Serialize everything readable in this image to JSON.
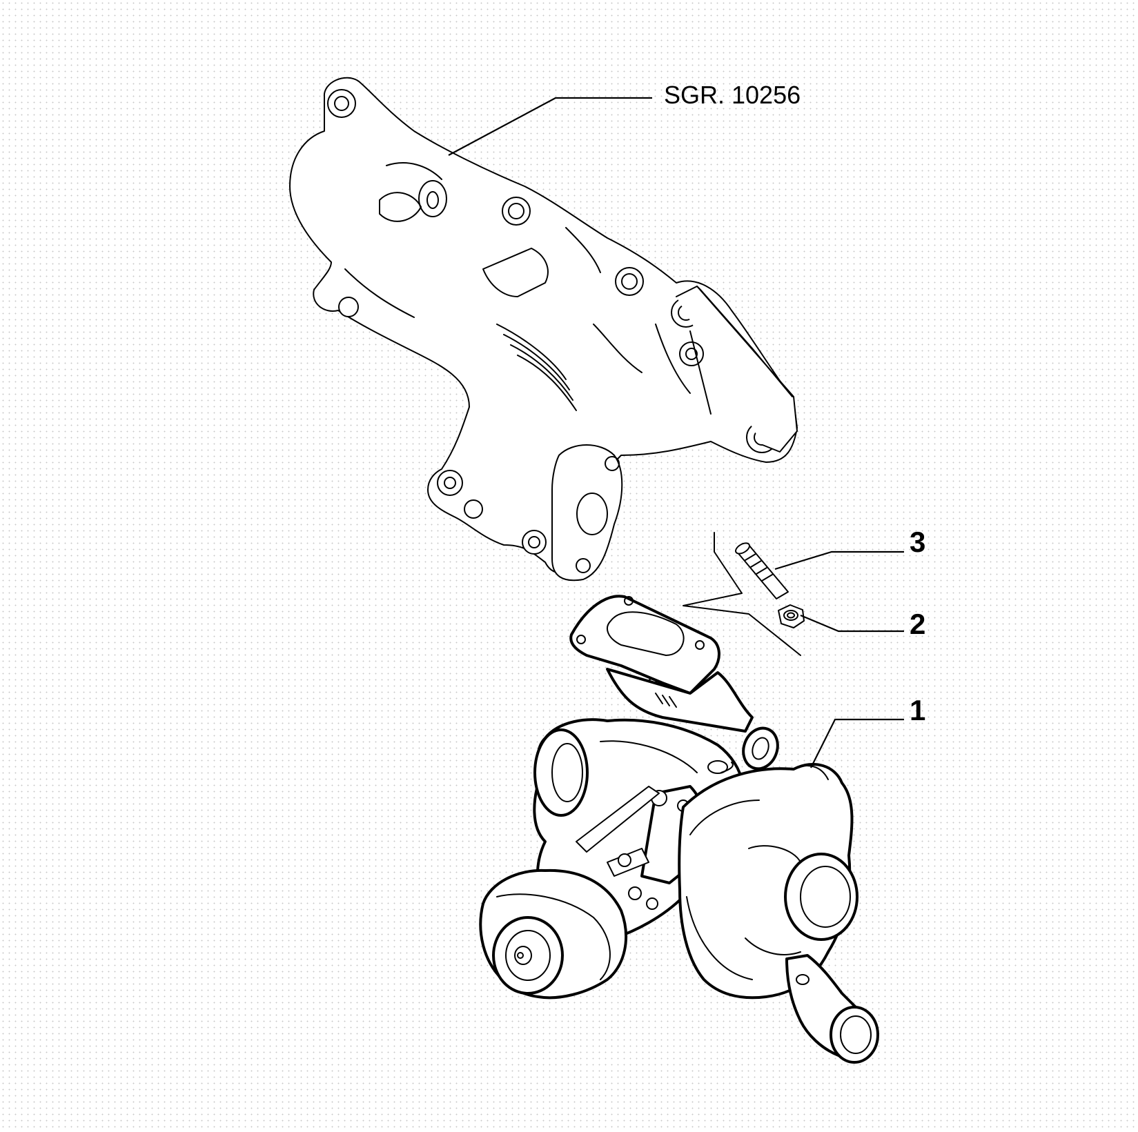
{
  "diagram": {
    "reference_label": "SGR. 10256",
    "callouts": [
      {
        "number": "1",
        "part": "turbocharger"
      },
      {
        "number": "2",
        "part": "nut"
      },
      {
        "number": "3",
        "part": "stud"
      }
    ]
  },
  "colors": {
    "line": "#000000",
    "background": "#ffffff",
    "dot_pattern": "#c8c8c8"
  }
}
